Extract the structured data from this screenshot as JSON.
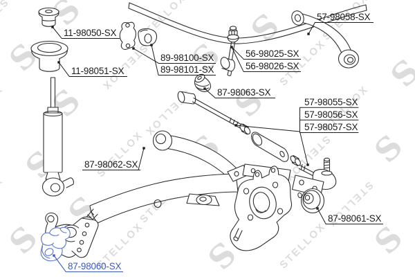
{
  "watermark": {
    "text": "STELLOX",
    "logo": "S",
    "color": "#dcdcdc"
  },
  "colors": {
    "line": "#2e2e2e",
    "label": "#1b1b1b",
    "highlight": "#3c59c4",
    "highlight_part": "#5b74cc"
  },
  "labels": {
    "strut_mount": "11-98050-SX",
    "spring_seat": "11-98051-SX",
    "stab_bracket": "89-98100-SX",
    "stab_bushing": "89-98101-SX",
    "link_upper": "56-98025-SX",
    "link_lower": "56-98026-SX",
    "upper_arm": "57-98058-SX",
    "rod_bushing": "87-98063-SX",
    "lateral_rod": "57-98055-SX",
    "rod_sleeve": "57-98056-SX",
    "rod_end": "57-98057-SX",
    "arm_bushing": "87-98062-SX",
    "knuckle_bushing": "87-98061-SX",
    "trailing_bushing": "87-98060-SX"
  }
}
